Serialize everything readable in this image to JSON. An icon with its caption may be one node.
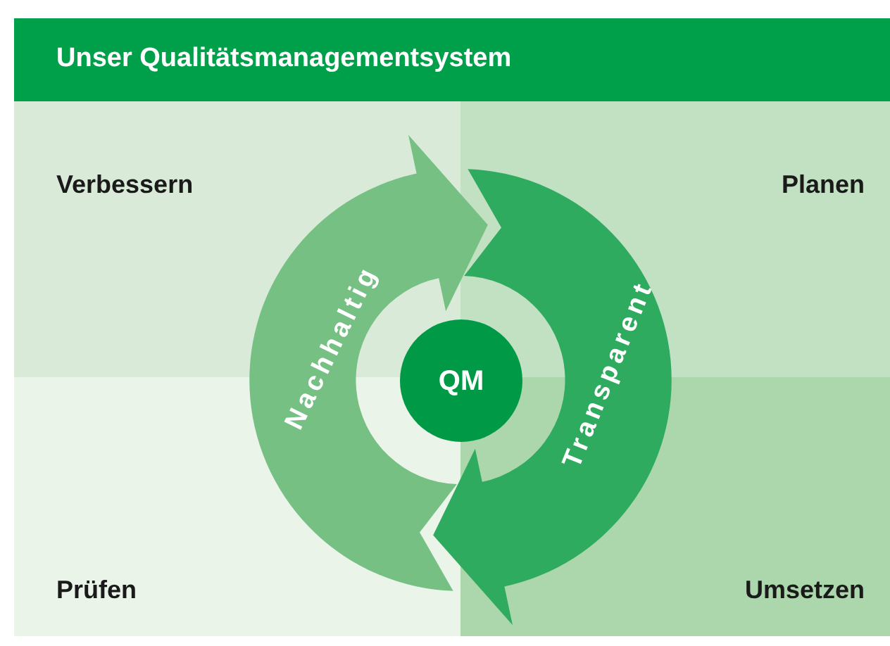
{
  "diagram": {
    "title": "Unser Qualitätsmanagementsystem",
    "nodes": [
      {
        "text": [
          "Verbessern"
        ]
      },
      {
        "text": [
          "Planen"
        ]
      },
      {
        "text": [
          "Prüfen"
        ]
      },
      {
        "text": [
          "Umsetzen"
        ]
      },
      {
        "text": [
          "Nachhaltig"
        ]
      },
      {
        "text": [
          "Transparent"
        ]
      },
      {
        "text": [
          "QM"
        ]
      }
    ]
  }
}
